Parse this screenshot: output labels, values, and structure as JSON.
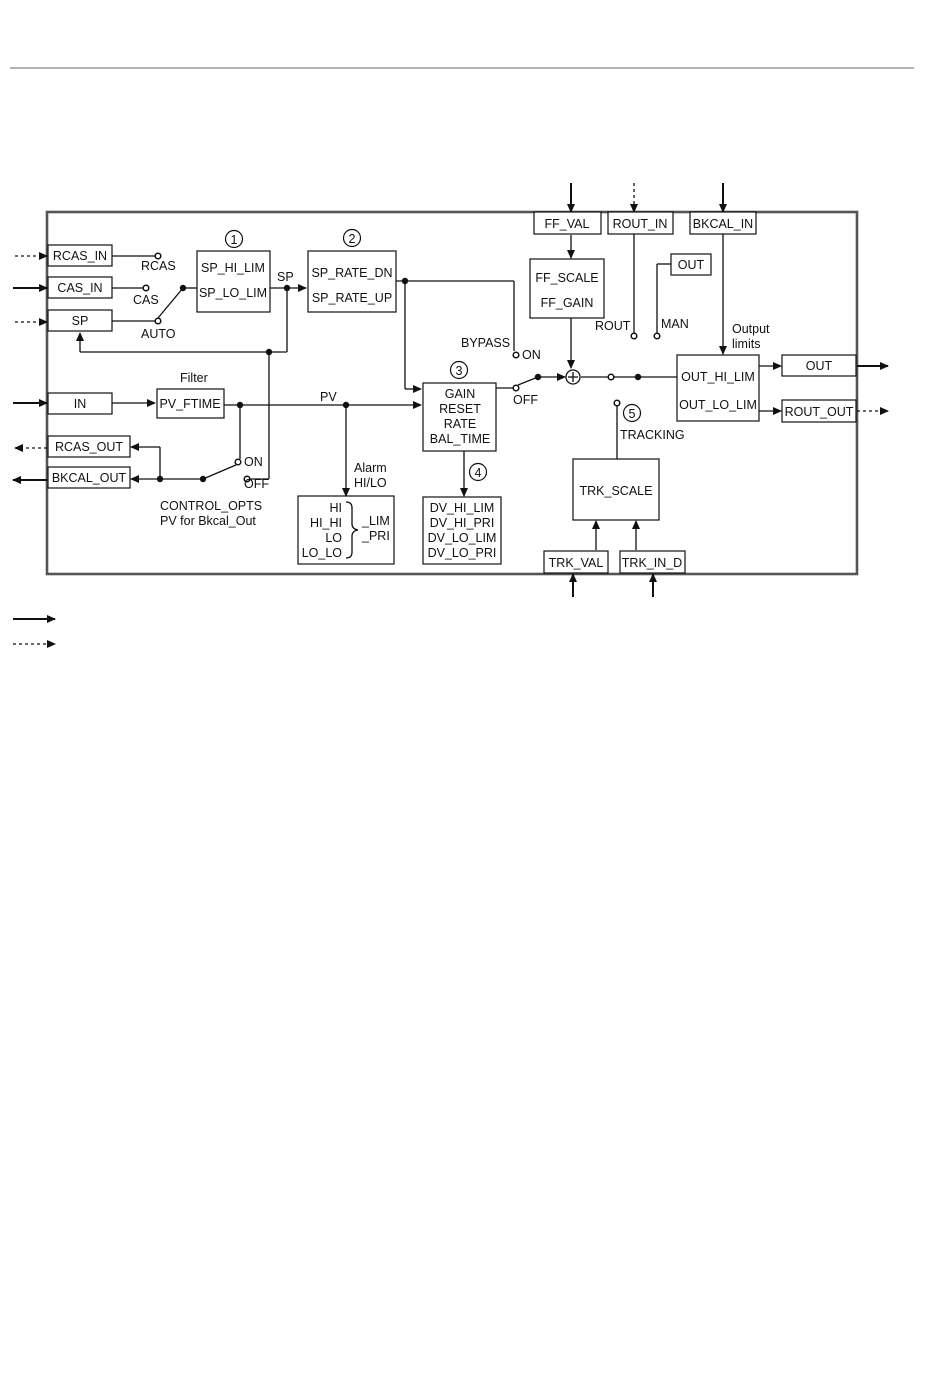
{
  "blocks": {
    "rcas_in": "RCAS_IN",
    "cas_in": "CAS_IN",
    "sp": "SP",
    "in": "IN",
    "rcas_out": "RCAS_OUT",
    "bkcal_out": "BKCAL_OUT",
    "sp_hi_lim": "SP_HI_LIM",
    "sp_lo_lim": "SP_LO_LIM",
    "sp_rate_dn": "SP_RATE_DN",
    "sp_rate_up": "SP_RATE_UP",
    "pv_ftime": "PV_FTIME",
    "gain": "GAIN",
    "reset": "RESET",
    "rate": "RATE",
    "bal_time": "BAL_TIME",
    "ff_val": "FF_VAL",
    "rout_in": "ROUT_IN",
    "bkcal_in": "BKCAL_IN",
    "ff_scale": "FF_SCALE",
    "ff_gain": "FF_GAIN",
    "out_box": "OUT",
    "out_hi_lim": "OUT_HI_LIM",
    "out_lo_lim": "OUT_LO_LIM",
    "out": "OUT",
    "rout_out": "ROUT_OUT",
    "trk_scale": "TRK_SCALE",
    "trk_val": "TRK_VAL",
    "trk_in_d": "TRK_IN_D",
    "alarm_hi": "HI",
    "alarm_hi_hi": "HI_HI",
    "alarm_lo": "LO",
    "alarm_lo_lo": "LO_LO",
    "alarm_lim": "_LIM",
    "alarm_pri": "_PRI",
    "dv_hi_lim": "DV_HI_LIM",
    "dv_hi_pri": "DV_HI_PRI",
    "dv_lo_lim": "DV_LO_LIM",
    "dv_lo_pri": "DV_LO_PRI"
  },
  "labels": {
    "rcas": "RCAS",
    "cas": "CAS",
    "auto": "AUTO",
    "sp": "SP",
    "pv": "PV",
    "filter": "Filter",
    "bypass": "BYPASS",
    "on_bypass": "ON",
    "off_bypass": "OFF",
    "on_ctrl": "ON",
    "off_ctrl": "OFF",
    "control_opts": "CONTROL_OPTS",
    "pv_for_bkcal": "PV for Bkcal_Out",
    "alarm": "Alarm",
    "alarm_hilo": "HI/LO",
    "rout": "ROUT",
    "man": "MAN",
    "output": "Output",
    "limits": "limits",
    "tracking": "TRACKING"
  },
  "markers": {
    "m1": "1",
    "m2": "2",
    "m3": "3",
    "m4": "4",
    "m5": "5"
  },
  "summer_symbol": "+"
}
